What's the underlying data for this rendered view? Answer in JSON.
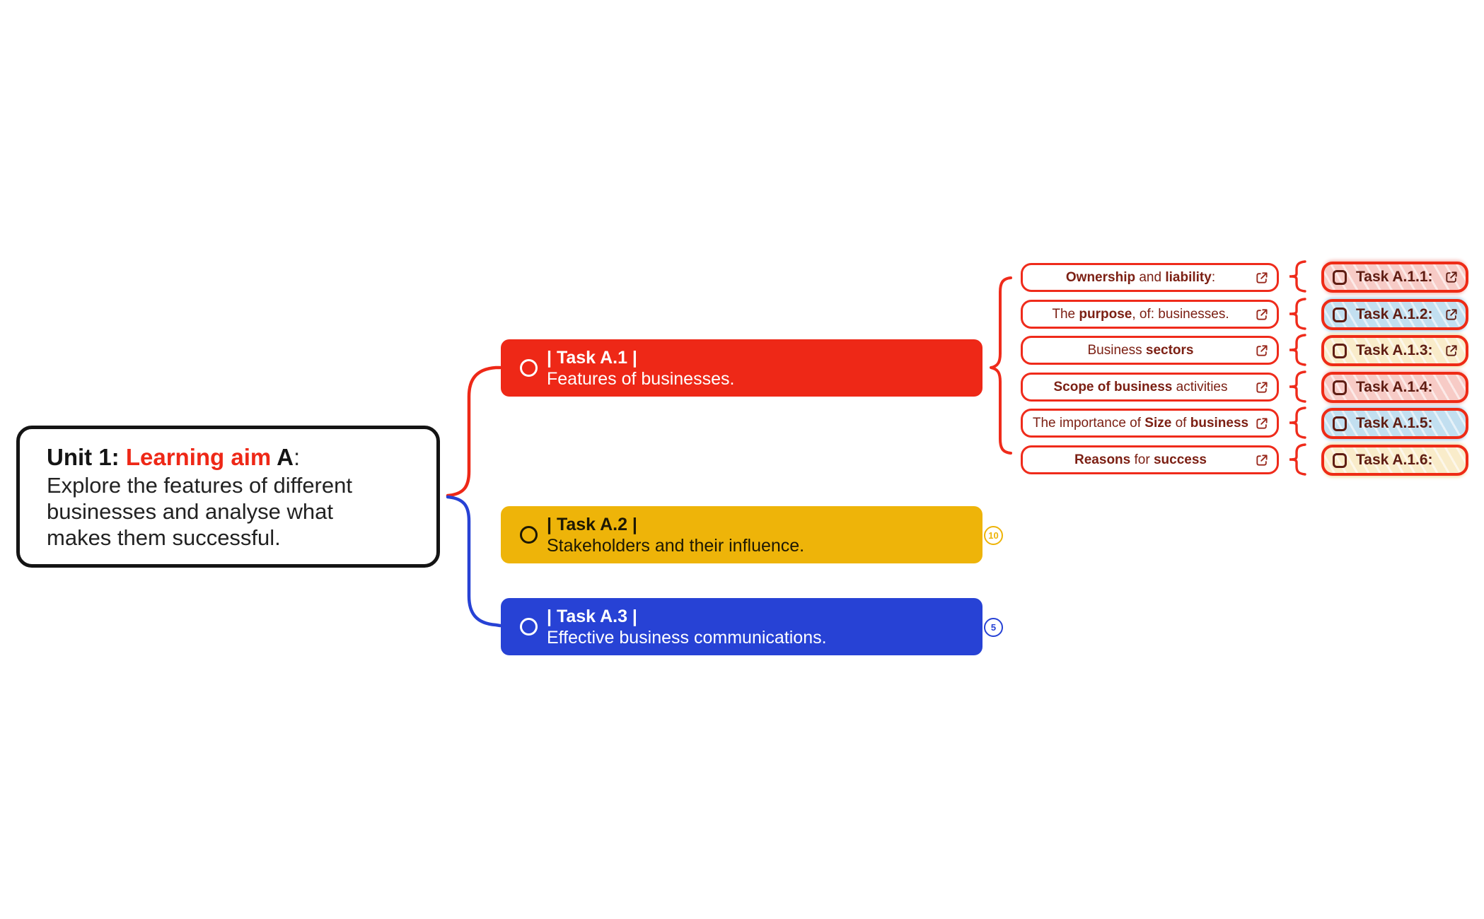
{
  "colors": {
    "task_a1_bg": "#ee2817",
    "task_a2_bg": "#eeb409",
    "task_a3_bg": "#2742d5",
    "subtopic_border": "#ef2b1b",
    "subtopic_text": "#7c2014",
    "subtask_border": "#ee2b16",
    "subtask_fill_pink": "#f7cbc6",
    "subtask_fill_blue": "#c2dff0",
    "subtask_fill_cream": "#f9ecca",
    "root_border": "#141414",
    "accent_red_text": "#ee2817"
  },
  "unit_box": {
    "seg_unit": "Unit 1: ",
    "seg_aim": "Learning aim ",
    "seg_a": "A",
    "seg_colon": ":",
    "line1": "Explore the features of different",
    "line2": "businesses and analyse what",
    "line3": "makes them successful."
  },
  "tasks": {
    "a1": {
      "label": "| Task A.1 |",
      "desc": "Features of businesses."
    },
    "a2": {
      "label": "| Task A.2 |",
      "desc": "Stakeholders and their influence.",
      "badge": "10"
    },
    "a3": {
      "label": "| Task A.3 |",
      "desc": "Effective business communications.",
      "badge": "5"
    }
  },
  "subtopics": {
    "r1": {
      "s0": "Ownership",
      "s1": " and ",
      "s2": "liability",
      "s3": ":"
    },
    "r2": {
      "s0": "The ",
      "s1": "purpose",
      "s2": ", of: businesses."
    },
    "r3": {
      "s0": "Business ",
      "s1": "sectors"
    },
    "r4": {
      "s0": "Scope of business",
      "s1": " activities"
    },
    "r5": {
      "s0": "The importance of ",
      "s1": "Size",
      "s2": " of ",
      "s3": "business"
    },
    "r6": {
      "s0": "Reasons",
      "s1": " for ",
      "s2": "success"
    }
  },
  "subtasks": {
    "r1": {
      "label": "Task A.1.1:"
    },
    "r2": {
      "label": "Task A.1.2:"
    },
    "r3": {
      "label": "Task A.1.3:"
    },
    "r4": {
      "label": "Task A.1.4:"
    },
    "r5": {
      "label": "Task A.1.5:"
    },
    "r6": {
      "label": "Task A.1.6:"
    }
  }
}
